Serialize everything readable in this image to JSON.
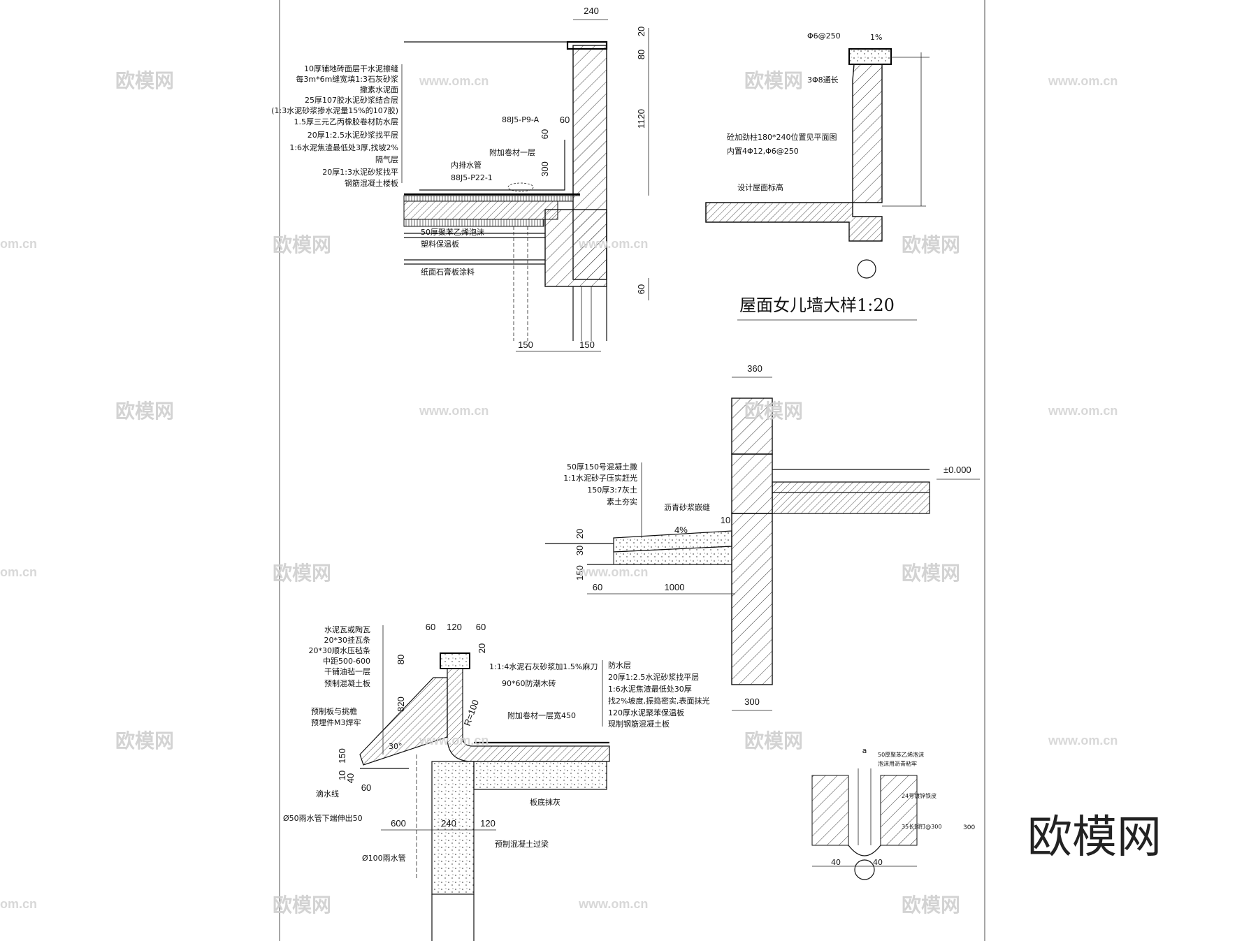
{
  "detail_a": {
    "layers": [
      "10厚铺地砖面层干水泥擦缝",
      "每3m*6m缝宽填1:3石灰砂浆",
      "撒素水泥面",
      "25厚107胶水泥砂浆结合层",
      "(1:3水泥砂浆掺水泥量15%的107胶)",
      "1.5厚三元乙丙橡胶卷材防水层",
      "20厚1:2.5水泥砂浆找平层",
      "1:6水泥焦渣最低处3厚,找坡2%",
      "隔气层",
      "20厚1:3水泥砂浆找平",
      "钢筋混凝土楼板"
    ],
    "ref_1": "88J5-P9-A",
    "ref_2": "88J5-P22-1",
    "note_extra": "附加卷材一层",
    "note_drain": "内排水管",
    "insulation_1": "50厚聚苯乙烯泡沫",
    "insulation_2": "塑料保温板",
    "ceiling": "纸面石膏板涂料",
    "dims": {
      "top": "240",
      "v20": "20",
      "v80": "80",
      "v1120": "1120",
      "v60a": "60",
      "v60b": "60",
      "v300": "300",
      "v60c": "60",
      "b150a": "150",
      "b150b": "150"
    }
  },
  "detail_b": {
    "rebar_1": "Φ6@250",
    "slope": "1%",
    "rebar_2": "3Φ8通长",
    "column_1": "砼加劲柱180*240位置见平面图",
    "column_2": "内置4Φ12,Φ6@250",
    "elev": "设计屋面标高",
    "title": "屋面女儿墙大样1:20"
  },
  "detail_c": {
    "layers": [
      "50厚150号混凝土撒",
      "1:1水泥砂子压实赶光",
      "150厚3:7灰土",
      "素土夯实"
    ],
    "joint": "沥青砂浆嵌缝",
    "slope": "4%",
    "level": "±0.000",
    "dims": {
      "top": "360",
      "gap": "10",
      "v20": "20",
      "v30": "30",
      "v150": "150",
      "h60": "60",
      "h1000": "1000",
      "bottom": "300"
    }
  },
  "detail_d": {
    "left_layers": [
      "水泥瓦或陶瓦",
      "20*30挂瓦条",
      "20*30顺水压毡条",
      "中距500-600",
      "干铺油毡一层",
      "预制混凝土板"
    ],
    "mortar": "1:1:4水泥石灰砂浆加1.5%麻刀",
    "anti_brick": "90*60防潮木砖",
    "extra_membrane": "附加卷材一层宽450",
    "radius": "R=100",
    "angle": "30°",
    "right_layers": [
      "防水层",
      "20厚1:2.5水泥砂浆找平层",
      "1:6水泥焦渣最低处30厚",
      "找2%坡度,振捣密实,表面抹光",
      "120厚水泥聚苯保温板",
      "现制钢筋混凝土板"
    ],
    "prefab": "预制板与挑檐",
    "prefab2": "预埋件M3焊牢",
    "drip": "滴水线",
    "pipe50": "Ø50雨水管下端伸出50",
    "soffit": "板底抹灰",
    "pipe100": "Ø100雨水管",
    "lintel": "预制混凝土过梁",
    "dims": {
      "t60a": "60",
      "t120": "120",
      "t60b": "60",
      "v20": "20",
      "v80": "80",
      "v820": "820",
      "v150": "150",
      "v10": "10",
      "v40": "40",
      "h60": "60",
      "h600": "600",
      "h240": "240",
      "h120": "120"
    }
  },
  "detail_e": {
    "note_1": "50厚聚苯乙烯泡沫",
    "note_1b": "泡沫用沥青粘牢",
    "note_2": "24号镀锌铁皮",
    "note_3": "35长钢钉@300",
    "note_3b": "300",
    "d40a": "40",
    "d40b": "40",
    "d_top": "a"
  },
  "watermarks": {
    "cn": "欧模网",
    "url": "www.om.cn",
    "url_cut": "om.cn"
  },
  "logo": "欧模网"
}
